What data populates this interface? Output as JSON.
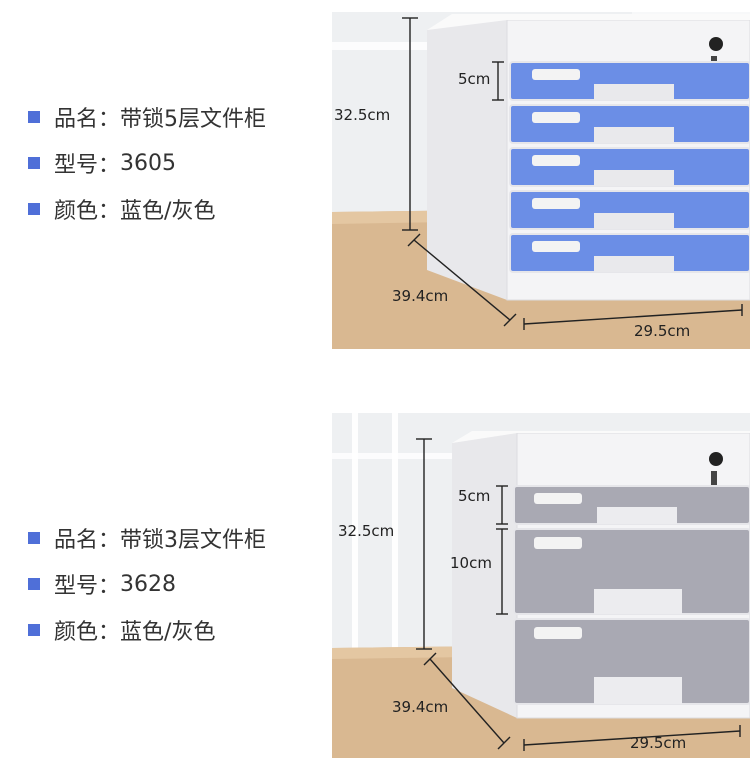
{
  "products": [
    {
      "specs": [
        {
          "label": "品名",
          "sep": "：",
          "value": "带锁5层文件柜"
        },
        {
          "label": "型号",
          "sep": "：",
          "value": "3605"
        },
        {
          "label": "颜色",
          "sep": "：",
          "value": "蓝色/灰色"
        }
      ],
      "drawer_color": "#6b8ee6",
      "dimensions": {
        "height": "32.5cm",
        "drawer": "5cm",
        "depth": "39.4cm",
        "width": "29.5cm"
      }
    },
    {
      "specs": [
        {
          "label": "品名",
          "sep": "：",
          "value": "带锁3层文件柜"
        },
        {
          "label": "型号",
          "sep": "：",
          "value": "3628"
        },
        {
          "label": "颜色",
          "sep": "：",
          "value": "蓝色/灰色"
        }
      ],
      "drawer_color": "#a9a9b3",
      "dimensions": {
        "height": "32.5cm",
        "drawer_small": "5cm",
        "drawer_large": "10cm",
        "depth": "39.4cm",
        "width": "29.5cm"
      }
    }
  ],
  "colors": {
    "bullet": "#4f6fd8",
    "table": "#d9b891",
    "cabinet": "#f2f2f4"
  }
}
